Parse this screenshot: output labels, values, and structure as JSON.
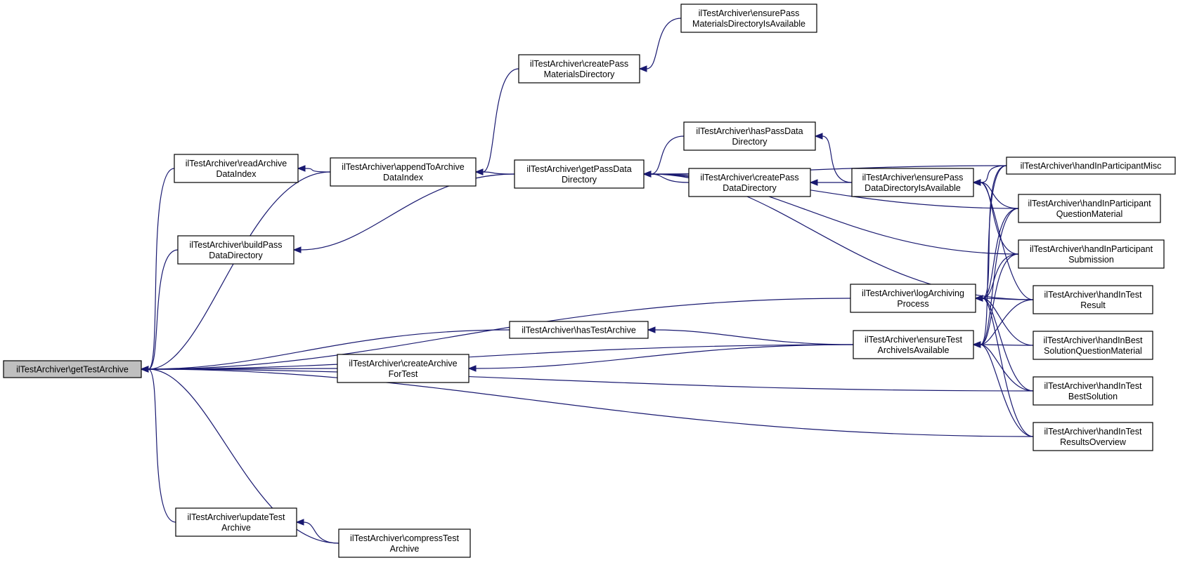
{
  "graph": {
    "colors": {
      "edge": "#191970",
      "node_border": "#000000",
      "node_fill": "#ffffff",
      "root_fill": "#bfbfbf"
    },
    "nodes": [
      {
        "id": "getTestArchive",
        "lines": [
          "ilTestArchiver\\getTestArchive"
        ],
        "root": true
      },
      {
        "id": "readArchiveDataIndex",
        "lines": [
          "ilTestArchiver\\readArchive",
          "DataIndex"
        ]
      },
      {
        "id": "appendToArchiveDataIndex",
        "lines": [
          "ilTestArchiver\\appendToArchive",
          "DataIndex"
        ]
      },
      {
        "id": "buildPassDataDirectory",
        "lines": [
          "ilTestArchiver\\buildPass",
          "DataDirectory"
        ]
      },
      {
        "id": "createPassMaterialsDirectory",
        "lines": [
          "ilTestArchiver\\createPass",
          "MaterialsDirectory"
        ]
      },
      {
        "id": "ensurePassMaterialsDirectoryIsAvailable",
        "lines": [
          "ilTestArchiver\\ensurePass",
          "MaterialsDirectoryIsAvailable"
        ]
      },
      {
        "id": "getPassDataDirectory",
        "lines": [
          "ilTestArchiver\\getPassData",
          "Directory"
        ]
      },
      {
        "id": "hasPassDataDirectory",
        "lines": [
          "ilTestArchiver\\hasPassData",
          "Directory"
        ]
      },
      {
        "id": "createPassDataDirectory",
        "lines": [
          "ilTestArchiver\\createPass",
          "DataDirectory"
        ]
      },
      {
        "id": "ensurePassDataDirectoryIsAvailable",
        "lines": [
          "ilTestArchiver\\ensurePass",
          "DataDirectoryIsAvailable"
        ]
      },
      {
        "id": "logArchivingProcess",
        "lines": [
          "ilTestArchiver\\logArchiving",
          "Process"
        ]
      },
      {
        "id": "hasTestArchive",
        "lines": [
          "ilTestArchiver\\hasTestArchive"
        ]
      },
      {
        "id": "createArchiveForTest",
        "lines": [
          "ilTestArchiver\\createArchive",
          "ForTest"
        ]
      },
      {
        "id": "ensureTestArchiveIsAvailable",
        "lines": [
          "ilTestArchiver\\ensureTest",
          "ArchiveIsAvailable"
        ]
      },
      {
        "id": "updateTestArchive",
        "lines": [
          "ilTestArchiver\\updateTest",
          "Archive"
        ]
      },
      {
        "id": "compressTestArchive",
        "lines": [
          "ilTestArchiver\\compressTest",
          "Archive"
        ]
      },
      {
        "id": "handInParticipantMisc",
        "lines": [
          "ilTestArchiver\\handInParticipantMisc"
        ]
      },
      {
        "id": "handInParticipantQuestionMaterial",
        "lines": [
          "ilTestArchiver\\handInParticipant",
          "QuestionMaterial"
        ]
      },
      {
        "id": "handInParticipantSubmission",
        "lines": [
          "ilTestArchiver\\handInParticipant",
          "Submission"
        ]
      },
      {
        "id": "handInTestResult",
        "lines": [
          "ilTestArchiver\\handInTest",
          "Result"
        ]
      },
      {
        "id": "handInBestSolutionQuestionMaterial",
        "lines": [
          "ilTestArchiver\\handInBest",
          "SolutionQuestionMaterial"
        ]
      },
      {
        "id": "handInTestBestSolution",
        "lines": [
          "ilTestArchiver\\handInTest",
          "BestSolution"
        ]
      },
      {
        "id": "handInTestResultsOverview",
        "lines": [
          "ilTestArchiver\\handInTest",
          "ResultsOverview"
        ]
      }
    ],
    "edges": [
      [
        "getTestArchive",
        "readArchiveDataIndex"
      ],
      [
        "getTestArchive",
        "appendToArchiveDataIndex"
      ],
      [
        "getTestArchive",
        "buildPassDataDirectory"
      ],
      [
        "getTestArchive",
        "logArchivingProcess"
      ],
      [
        "getTestArchive",
        "hasTestArchive"
      ],
      [
        "getTestArchive",
        "createArchiveForTest"
      ],
      [
        "getTestArchive",
        "ensureTestArchiveIsAvailable"
      ],
      [
        "getTestArchive",
        "handInTestBestSolution"
      ],
      [
        "getTestArchive",
        "handInTestResultsOverview"
      ],
      [
        "getTestArchive",
        "updateTestArchive"
      ],
      [
        "getTestArchive",
        "compressTestArchive"
      ],
      [
        "readArchiveDataIndex",
        "appendToArchiveDataIndex"
      ],
      [
        "appendToArchiveDataIndex",
        "getPassDataDirectory"
      ],
      [
        "appendToArchiveDataIndex",
        "createPassMaterialsDirectory"
      ],
      [
        "buildPassDataDirectory",
        "getPassDataDirectory"
      ],
      [
        "createPassMaterialsDirectory",
        "ensurePassMaterialsDirectoryIsAvailable"
      ],
      [
        "getPassDataDirectory",
        "hasPassDataDirectory"
      ],
      [
        "getPassDataDirectory",
        "createPassDataDirectory"
      ],
      [
        "getPassDataDirectory",
        "handInParticipantMisc"
      ],
      [
        "getPassDataDirectory",
        "handInParticipantQuestionMaterial"
      ],
      [
        "getPassDataDirectory",
        "handInParticipantSubmission"
      ],
      [
        "getPassDataDirectory",
        "handInTestResult"
      ],
      [
        "hasPassDataDirectory",
        "ensurePassDataDirectoryIsAvailable"
      ],
      [
        "createPassDataDirectory",
        "ensurePassDataDirectoryIsAvailable"
      ],
      [
        "ensurePassDataDirectoryIsAvailable",
        "handInParticipantMisc"
      ],
      [
        "ensurePassDataDirectoryIsAvailable",
        "handInParticipantQuestionMaterial"
      ],
      [
        "ensurePassDataDirectoryIsAvailable",
        "handInParticipantSubmission"
      ],
      [
        "ensurePassDataDirectoryIsAvailable",
        "handInTestResult"
      ],
      [
        "logArchivingProcess",
        "handInParticipantMisc"
      ],
      [
        "logArchivingProcess",
        "handInParticipantQuestionMaterial"
      ],
      [
        "logArchivingProcess",
        "handInParticipantSubmission"
      ],
      [
        "logArchivingProcess",
        "handInTestResult"
      ],
      [
        "logArchivingProcess",
        "handInBestSolutionQuestionMaterial"
      ],
      [
        "logArchivingProcess",
        "handInTestBestSolution"
      ],
      [
        "logArchivingProcess",
        "handInTestResultsOverview"
      ],
      [
        "hasTestArchive",
        "ensureTestArchiveIsAvailable"
      ],
      [
        "createArchiveForTest",
        "ensureTestArchiveIsAvailable"
      ],
      [
        "ensureTestArchiveIsAvailable",
        "handInParticipantMisc"
      ],
      [
        "ensureTestArchiveIsAvailable",
        "handInParticipantQuestionMaterial"
      ],
      [
        "ensureTestArchiveIsAvailable",
        "handInParticipantSubmission"
      ],
      [
        "ensureTestArchiveIsAvailable",
        "handInTestResult"
      ],
      [
        "ensureTestArchiveIsAvailable",
        "handInBestSolutionQuestionMaterial"
      ],
      [
        "ensureTestArchiveIsAvailable",
        "handInTestBestSolution"
      ],
      [
        "ensureTestArchiveIsAvailable",
        "handInTestResultsOverview"
      ],
      [
        "updateTestArchive",
        "compressTestArchive"
      ]
    ]
  }
}
